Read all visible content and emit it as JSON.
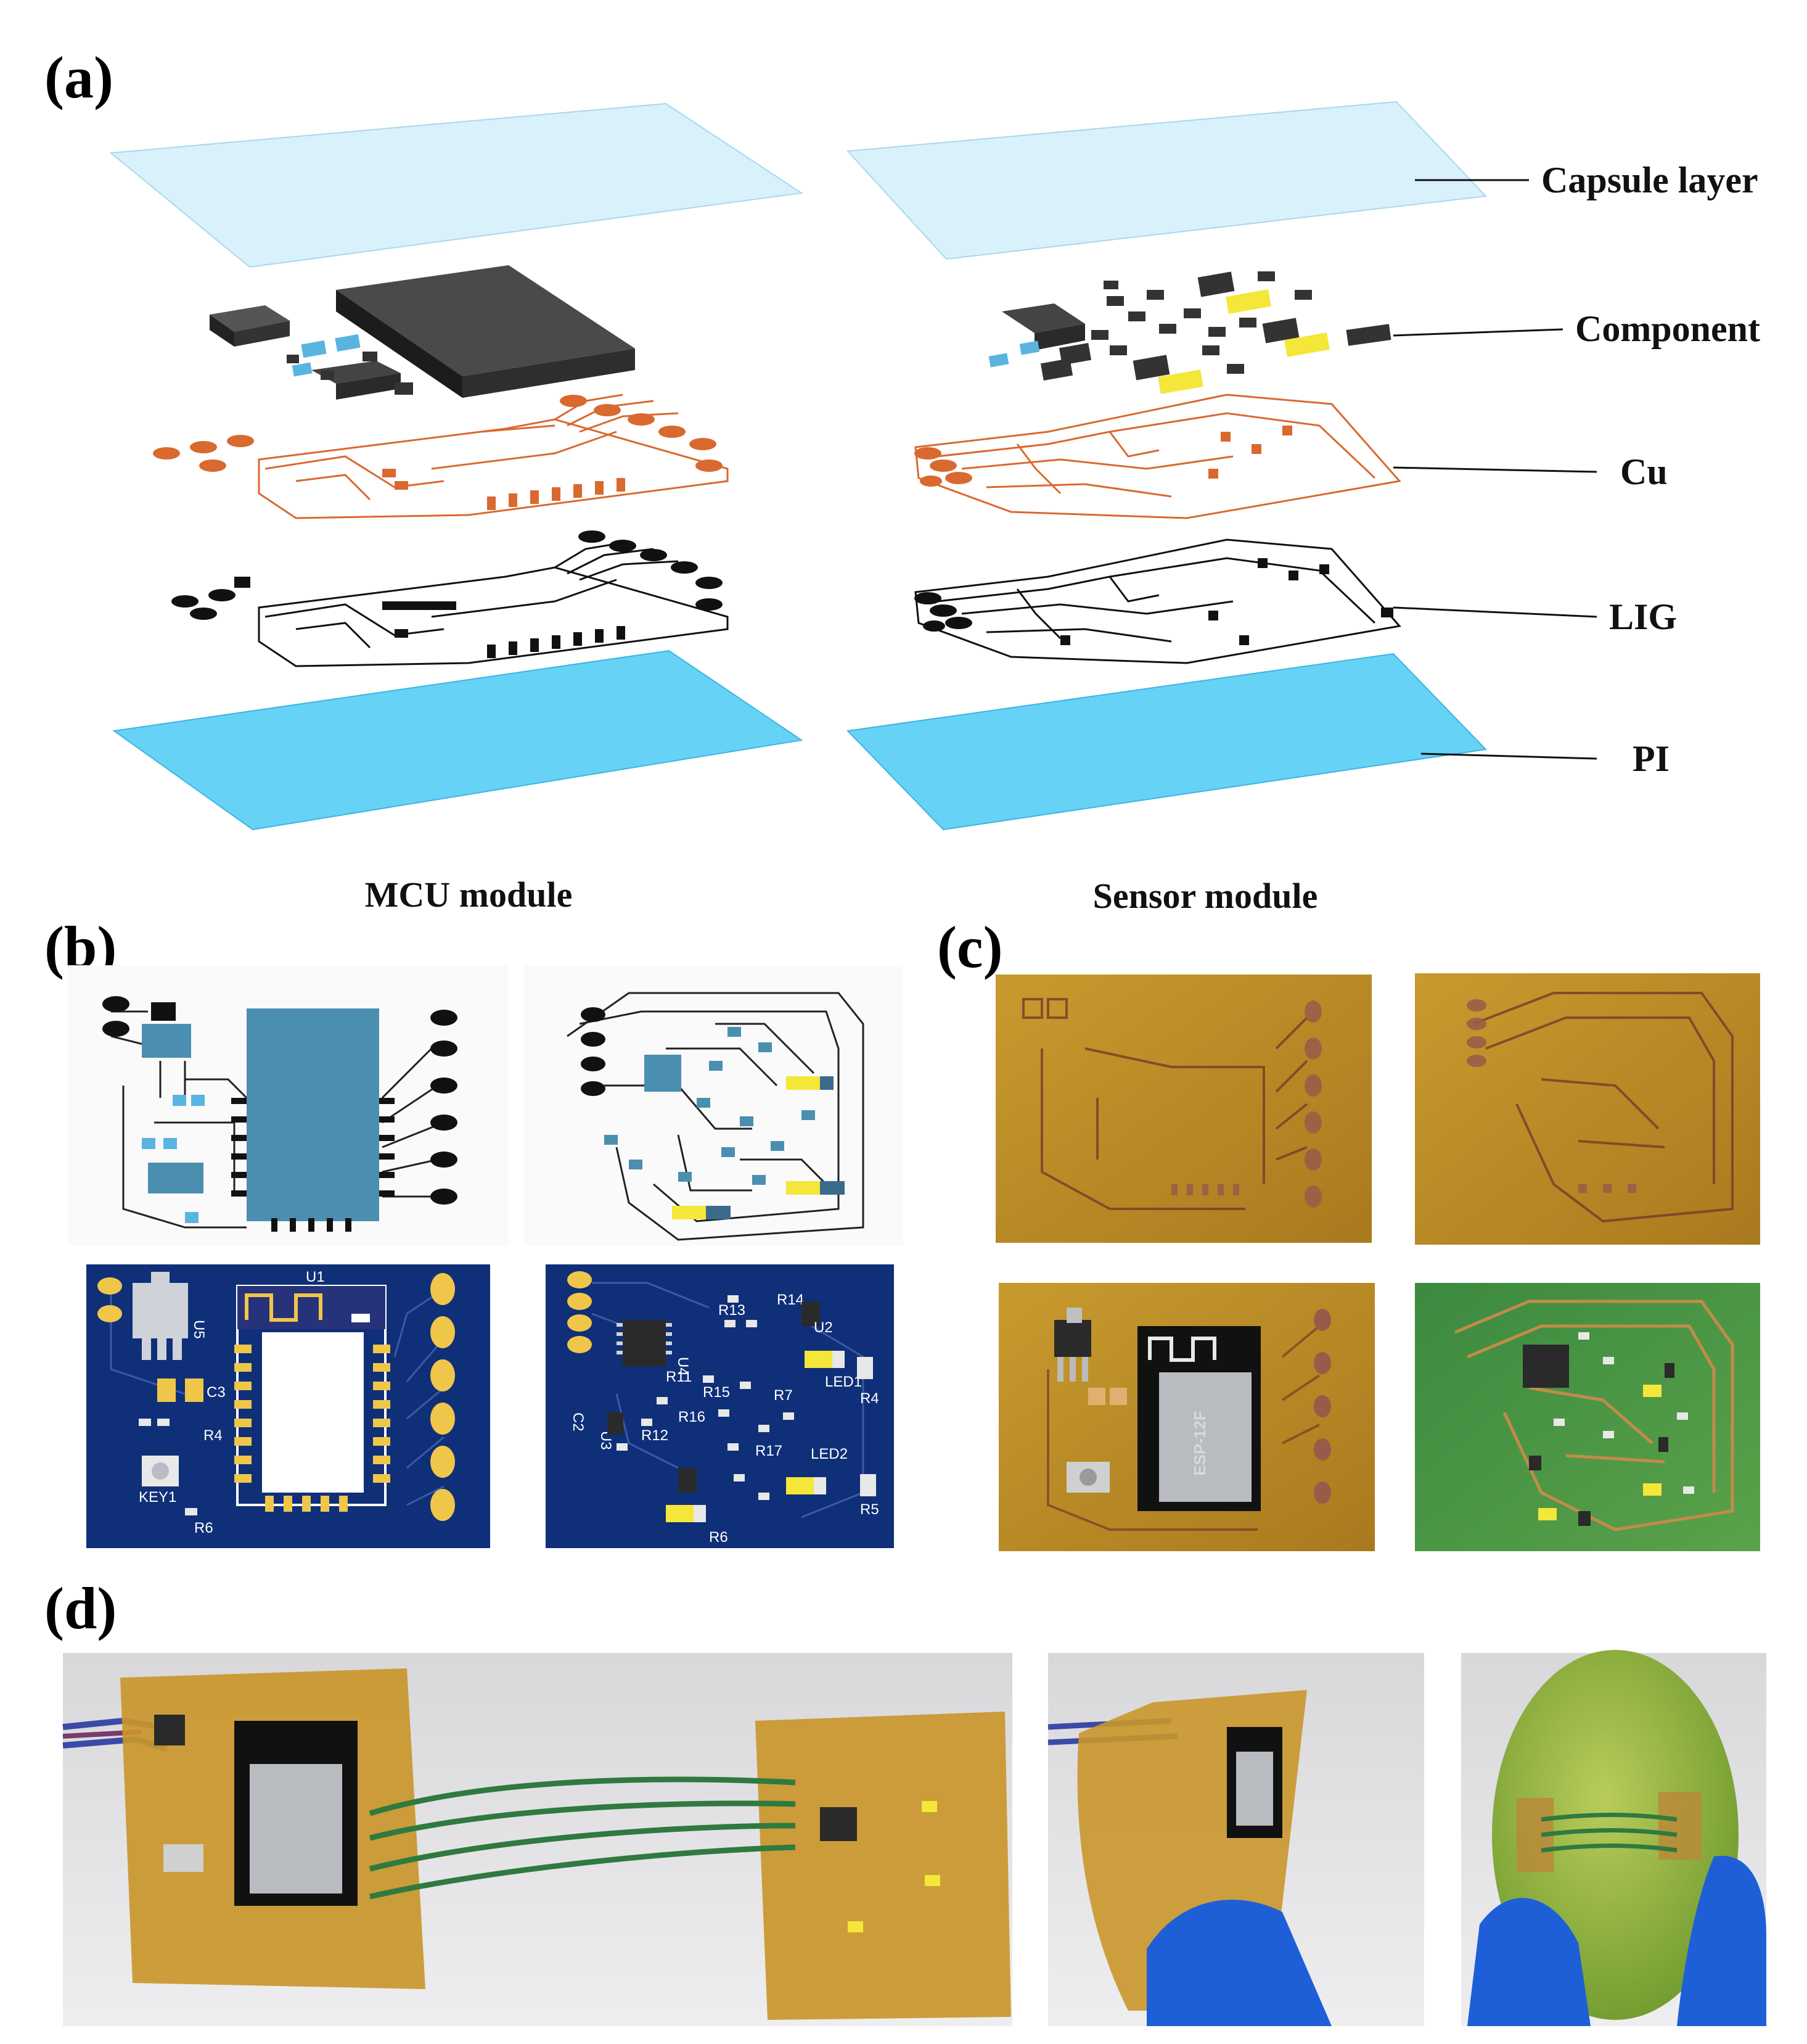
{
  "panels": {
    "a": "(a)",
    "b": "(b)",
    "c": "(c)",
    "d": "(d)"
  },
  "layers": {
    "capsule": "Capsule layer",
    "component": "Component",
    "cu": "Cu",
    "lig": "LIG",
    "pi": "PI"
  },
  "modules": {
    "mcu": "MCU module",
    "sensor": "Sensor module"
  },
  "mcu_pcb_labels": {
    "u1": "U1",
    "u5": "U5",
    "c3": "C3",
    "r4": "R4",
    "key1": "KEY1",
    "r6": "R6"
  },
  "sensor_pcb_labels": {
    "r11": "R11",
    "r12": "R12",
    "r13": "R13",
    "r14": "R14",
    "r15": "R15",
    "r16": "R16",
    "r17": "R17",
    "r7": "R7",
    "r5": "R5",
    "r6": "R6",
    "r4": "R4",
    "led1": "LED1",
    "led2": "LED2",
    "u2": "U2",
    "u3": "U3",
    "u4": "U4",
    "c2": "C2"
  },
  "chip_text": "ESP-12F",
  "colors": {
    "capsule": "#d9f1fb",
    "pi": "#66d2f6",
    "copper": "#d9692e",
    "lig": "#111111",
    "schematic_pad": "#4a8fb0",
    "pcb_board": "#0f2f78",
    "pcb_pad": "#f0c64a",
    "polyimide": "#c9962a",
    "led": "#f5e63a",
    "glove": "#1e5fd8",
    "mango": "#9fbc4a",
    "wire": "#2f7a3f"
  }
}
